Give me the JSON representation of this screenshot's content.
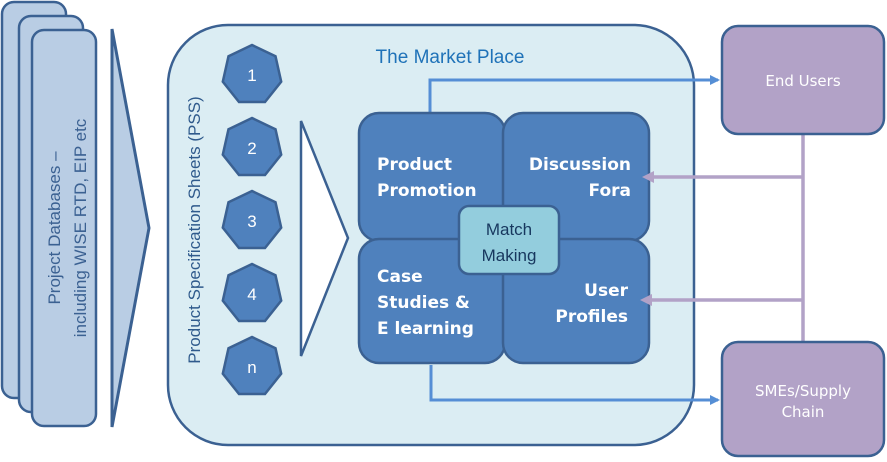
{
  "colors": {
    "outline": "#3b6192",
    "db_fill": "#b9cde4",
    "marketplace_fill": "#dbedf3",
    "box_fill": "#4f81bd",
    "match_fill": "#93cddd",
    "stakeholder_fill": "#b2a2c7",
    "blue_arrow": "#558ed5",
    "purple_arrow": "#b2a2c7",
    "title_text": "#1f72b8",
    "pss_text": "#2f5a8c",
    "match_text": "#17375e"
  },
  "databases": {
    "line1": "Project Databases –",
    "line2": "including WISE RTD, EIP etc"
  },
  "marketplace": {
    "title": "The Market Place",
    "pss_label": "Product Specification Sheets (PSS)",
    "pss_sheets": [
      "1",
      "2",
      "3",
      "4",
      "n"
    ],
    "quadrants": {
      "product_promotion": [
        "Product",
        "Promotion"
      ],
      "discussion_fora": [
        "Discussion",
        "Fora"
      ],
      "case_studies": [
        "Case",
        "Studies &",
        "E learning"
      ],
      "user_profiles": [
        "User",
        "Profiles"
      ]
    },
    "match_making": [
      "Match",
      "Making"
    ]
  },
  "stakeholders": {
    "end_users": [
      "End Users"
    ],
    "smes": [
      "SMEs/Supply",
      "Chain"
    ]
  }
}
